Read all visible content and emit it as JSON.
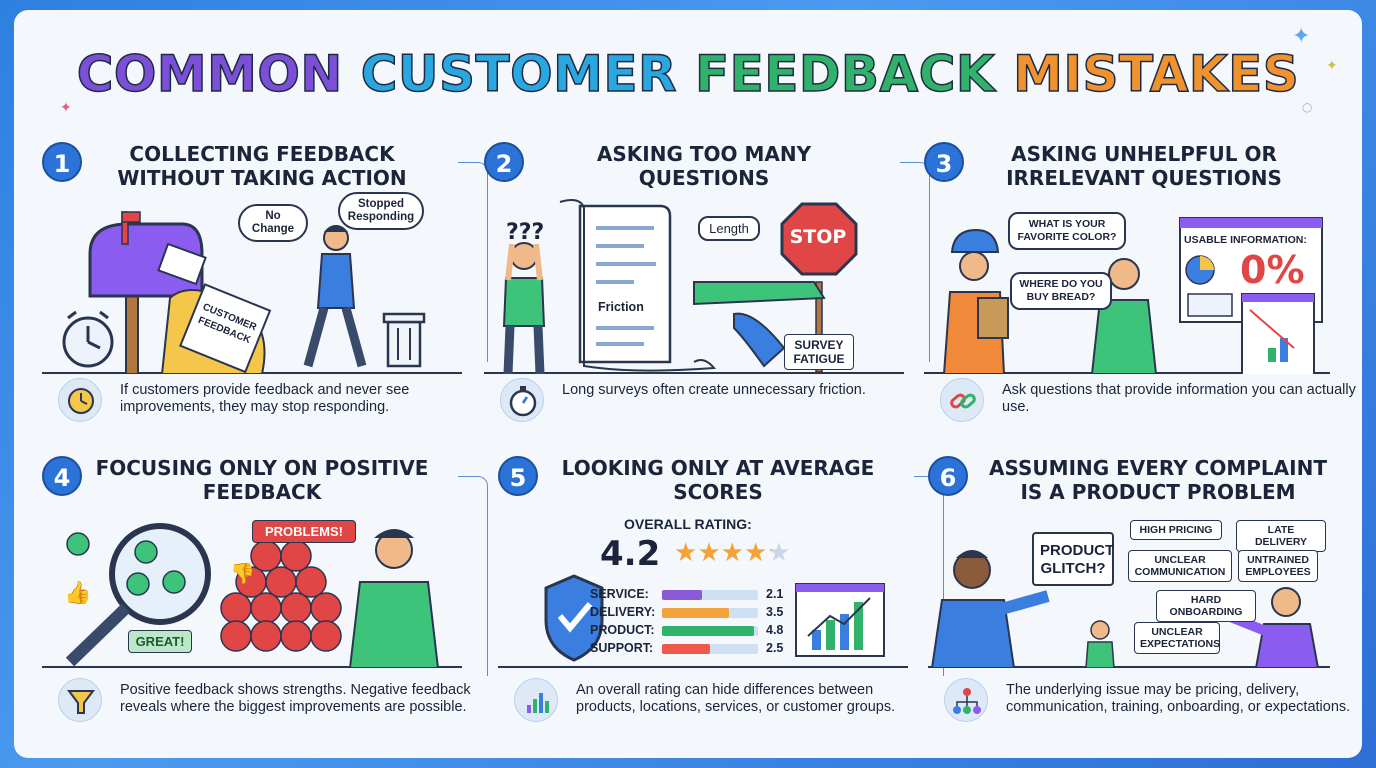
{
  "title": {
    "part1": "COMMON",
    "part2": "CUSTOMER",
    "part3": "FEEDBACK",
    "part4": "MISTAKES"
  },
  "colors": {
    "purple": "#7b4fd6",
    "blue": "#2ba7e0",
    "green": "#31b26a",
    "orange": "#f0922e",
    "number_badge": "#2b73d9"
  },
  "panels": [
    {
      "number": "1",
      "title": "Collecting feedback without taking action",
      "bubbles": {
        "no_change": "No Change",
        "stopped": "Stopped Responding"
      },
      "paper_label": "CUSTOMER FEEDBACK",
      "foot_icon": "clock-icon",
      "text": "If customers provide feedback and never see improvements, they may stop responding."
    },
    {
      "number": "2",
      "title": "Asking too many questions",
      "question_marks": "???",
      "length_label": "Length",
      "friction_label": "Friction",
      "stop_sign": "STOP",
      "survey_fatigue": "SURVEY FATIGUE",
      "foot_icon": "stopwatch-icon",
      "text": "Long surveys often create unnecessary friction."
    },
    {
      "number": "3",
      "title": "Asking unhelpful or irrelevant questions",
      "bubble_color": "WHAT IS YOUR FAVORITE COLOR?",
      "bubble_bread": "WHERE DO YOU BUY BREAD?",
      "usable_label": "USABLE INFORMATION:",
      "usable_value": "0%",
      "foot_icon": "broken-link-icon",
      "text": "Ask questions that provide information you can actually use."
    },
    {
      "number": "4",
      "title": "Focusing only on positive feedback",
      "great_label": "GREAT!",
      "problems_label": "PROBLEMS!",
      "foot_icon": "funnel-icon",
      "text": "Positive feedback shows strengths. Negative feedback reveals where the biggest improvements are possible."
    },
    {
      "number": "5",
      "title": "Looking only at average scores",
      "overall_label": "OVERALL RATING:",
      "overall_value": "4.2",
      "overall_stars": 4.2,
      "ratings": [
        {
          "label": "SERVICE:",
          "value": "2.1",
          "score": 2.1,
          "color": "#8a5ad8"
        },
        {
          "label": "DELIVERY:",
          "value": "3.5",
          "score": 3.5,
          "color": "#f2a33a"
        },
        {
          "label": "PRODUCT:",
          "value": "4.8",
          "score": 4.8,
          "color": "#31b26a"
        },
        {
          "label": "SUPPORT:",
          "value": "2.5",
          "score": 2.5,
          "color": "#ee5a4a"
        }
      ],
      "foot_icon": "shield-chart-icon",
      "text": "An overall rating can hide differences between products, locations, services, or customer groups."
    },
    {
      "number": "6",
      "title": "Assuming every complaint is a product problem",
      "glitch_label": "PRODUCT GLITCH?",
      "causes": [
        "HIGH PRICING",
        "LATE DELIVERY",
        "UNCLEAR COMMUNICATION",
        "UNTRAINED EMPLOYEES",
        "HARD ONBOARDING",
        "UNCLEAR EXPECTATIONS"
      ],
      "foot_icon": "org-chart-icon",
      "text": "The underlying issue may be pricing, delivery, communication, training, onboarding, or expectations."
    }
  ]
}
